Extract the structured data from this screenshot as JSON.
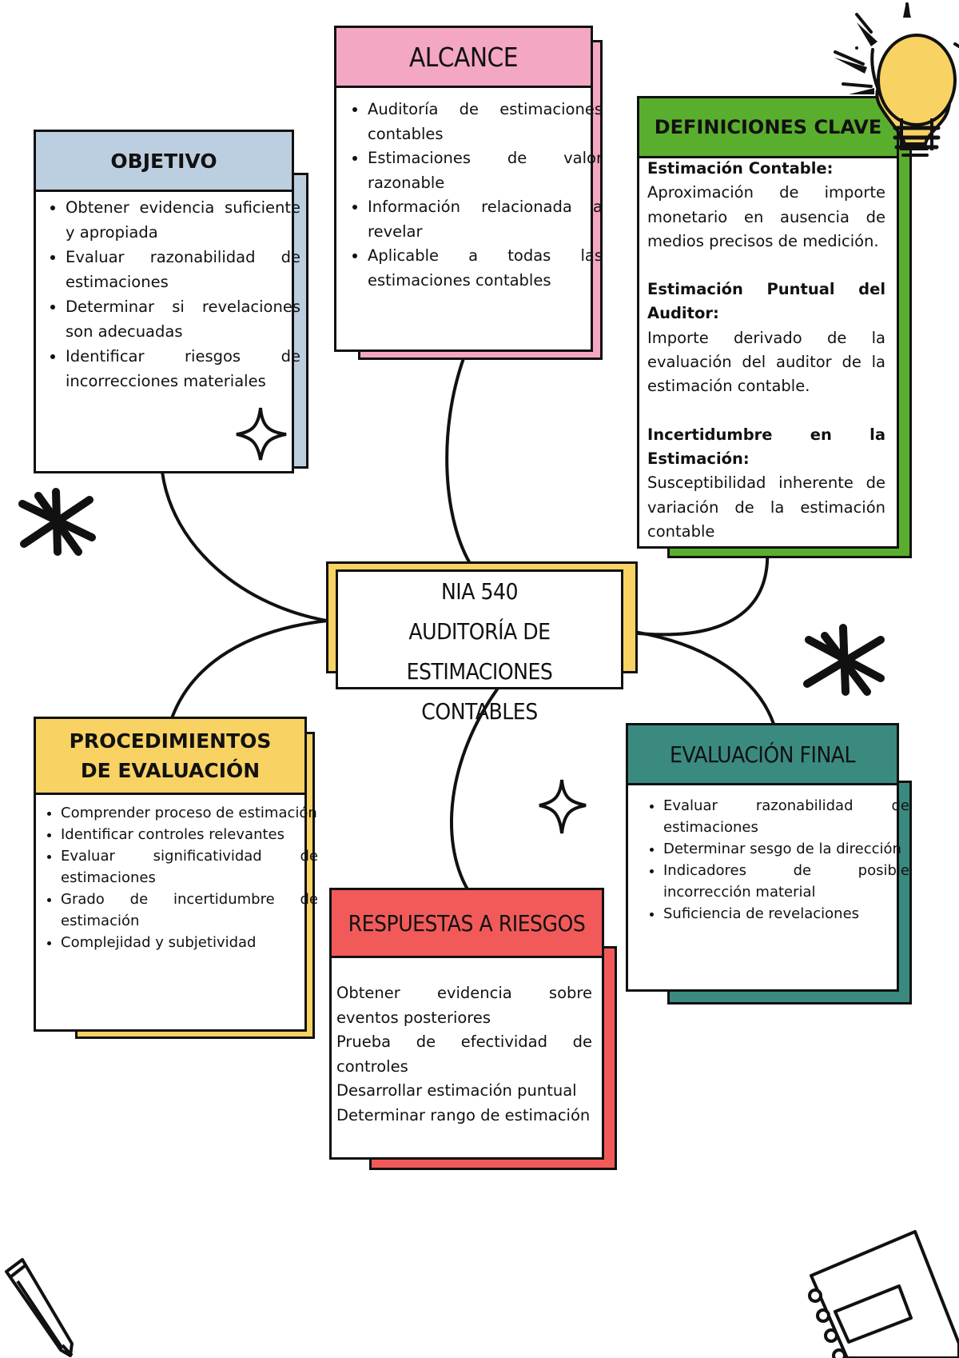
{
  "colors": {
    "objetivo": "#bccfe0",
    "alcance": "#f4a7c4",
    "definiciones": "#5aae2e",
    "procedimientos": "#f9d264",
    "respuestas": "#f25a5a",
    "evaluacion": "#3a8a80",
    "centro": "#f9d264"
  },
  "center": {
    "line1": "NIA 540",
    "line2": "AUDITORÍA DE ESTIMACIONES",
    "line3": "CONTABLES"
  },
  "objetivo": {
    "title": "OBJETIVO",
    "items": [
      "Obtener evidencia suficiente y apropiada",
      "Evaluar razonabilidad de estimaciones",
      "Determinar si revelaciones son adecuadas",
      "Identificar riesgos de incorrecciones materiales"
    ]
  },
  "alcance": {
    "title": "ALCANCE",
    "items": [
      "Auditoría de estimaciones contables",
      "Estimaciones de valor razonable",
      "Información relacionada a revelar",
      "Aplicable a todas las estimaciones contables"
    ]
  },
  "definiciones": {
    "title": "DEFINICIONES CLAVE",
    "terms": [
      {
        "term": "Estimación Contable:",
        "def": "Aproximación de importe monetario en ausencia de medios precisos de medición."
      },
      {
        "term": "Estimación Puntual del Auditor:",
        "def": "Importe derivado de la evaluación del auditor de la estimación contable."
      },
      {
        "term": "Incertidumbre en la Estimación:",
        "def": "Susceptibilidad inherente de variación de la estimación contable"
      }
    ]
  },
  "procedimientos": {
    "title": "PROCEDIMIENTOS DE EVALUACIÓN",
    "items": [
      "Comprender proceso de estimación",
      "Identificar controles relevantes",
      "Evaluar significatividad de estimaciones",
      "Grado de incertidumbre de estimación",
      "Complejidad y subjetividad"
    ]
  },
  "respuestas": {
    "title": "RESPUESTAS A RIESGOS",
    "lines": [
      "Obtener evidencia sobre eventos posteriores",
      "Prueba de efectividad de controles",
      "Desarrollar estimación puntual",
      "Determinar rango de estimación"
    ]
  },
  "evaluacion": {
    "title": "EVALUACIÓN FINAL",
    "items": [
      "Evaluar razonabilidad de estimaciones",
      "Determinar sesgo de la dirección",
      "Indicadores de posible incorrección material",
      "Suficiencia de revelaciones"
    ]
  },
  "icons": [
    "lightbulb-icon",
    "asterisk-icon",
    "sparkle-icon",
    "pencil-icon",
    "notebook-icon"
  ]
}
